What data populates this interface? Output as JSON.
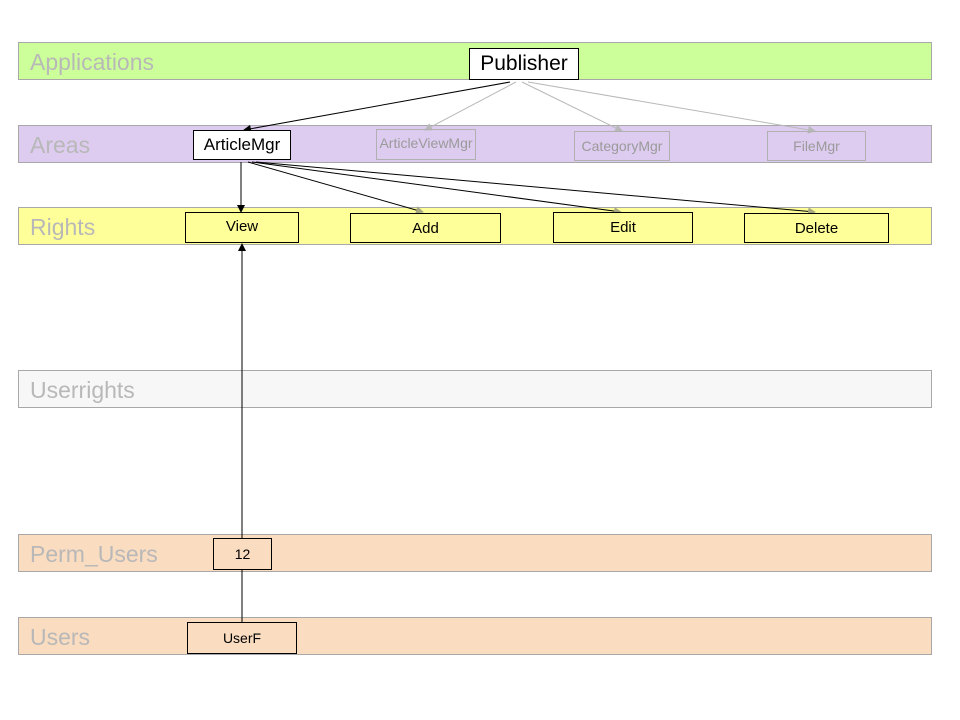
{
  "layers": {
    "applications": "Applications",
    "areas": "Areas",
    "rights": "Rights",
    "userrights": "Userrights",
    "perm_users": "Perm_Users",
    "users": "Users"
  },
  "colors": {
    "applications_band": "#ccff99",
    "areas_band": "#ddccf0",
    "rights_band": "#ffff99",
    "userrights_band": "#f7f7f7",
    "perm_users_band": "#fadcc0",
    "users_band": "#fadcc0",
    "active_edge": "#000000",
    "inactive_edge": "#b8b8b8",
    "rights_edge_head": "#a8a880"
  },
  "nodes": {
    "application": "Publisher",
    "areas": [
      "ArticleMgr",
      "ArticleViewMgr",
      "CategoryMgr",
      "FileMgr"
    ],
    "rights": [
      "View",
      "Add",
      "Edit",
      "Delete"
    ],
    "perm_user": "12",
    "user": "UserF"
  }
}
